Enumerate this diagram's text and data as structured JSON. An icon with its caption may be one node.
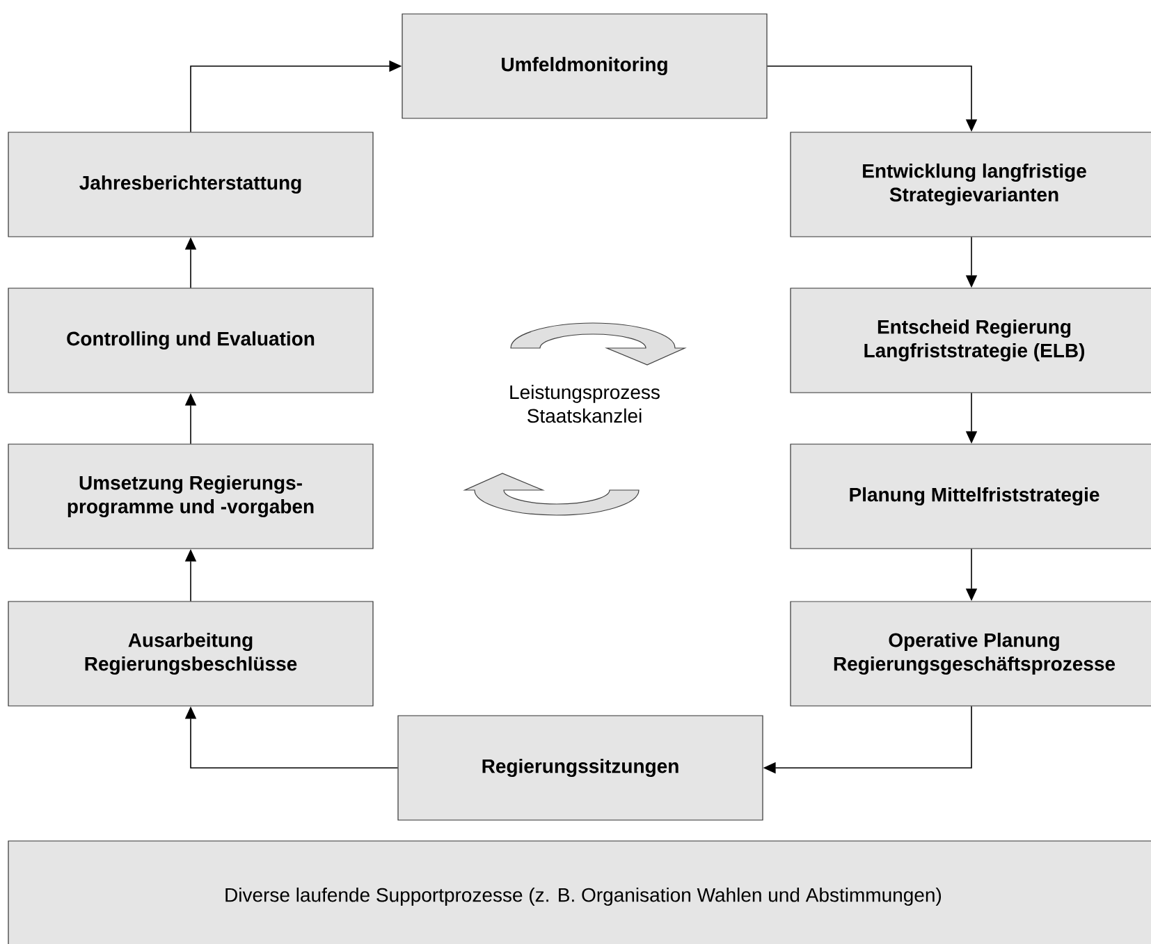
{
  "diagram": {
    "nodes": [
      {
        "text": [
          "Umfeldmonitoring"
        ]
      },
      {
        "text": [
          "Jahresberichterstattung"
        ]
      },
      {
        "text": [
          "Entwicklung langfristige Strategievarianten"
        ]
      },
      {
        "text": [
          "Controlling und Evaluation"
        ]
      },
      {
        "text": [
          "Entscheid Regierung Langfriststrategie (ELB)"
        ]
      },
      {
        "text": [
          "Umsetzung Regierungs- programme und -vorgaben"
        ]
      },
      {
        "text": [
          "Planung Mittelfriststrategie"
        ]
      },
      {
        "text": [
          "Ausarbeitung Regierungsbeschlüsse"
        ]
      },
      {
        "text": [
          "Operative Planung Regierungsgeschäftsprozesse"
        ]
      },
      {
        "text": [
          "Regierungssitzungen"
        ]
      },
      {
        "text": [
          "Diverse laufende Supportprozesse (z. B. Organisation Wahlen und Abstimmungen)"
        ]
      }
    ],
    "edges": [
      {
        "from": 1,
        "to": 0,
        "arrow": "to"
      },
      {
        "from": 0,
        "to": 2,
        "arrow": "to"
      },
      {
        "from": 2,
        "to": 4,
        "arrow": "to"
      },
      {
        "from": 4,
        "to": 6,
        "arrow": "to"
      },
      {
        "from": 6,
        "to": 8,
        "arrow": "to"
      },
      {
        "from": 8,
        "to": 9,
        "arrow": "to"
      },
      {
        "from": 9,
        "to": 7,
        "arrow": "to"
      },
      {
        "from": 7,
        "to": 5,
        "arrow": "to"
      },
      {
        "from": 5,
        "to": 3,
        "arrow": "to"
      },
      {
        "from": 3,
        "to": 1,
        "arrow": "to"
      }
    ],
    "labels": [
      "Leistungsprozess Staatskanzlei"
    ]
  }
}
